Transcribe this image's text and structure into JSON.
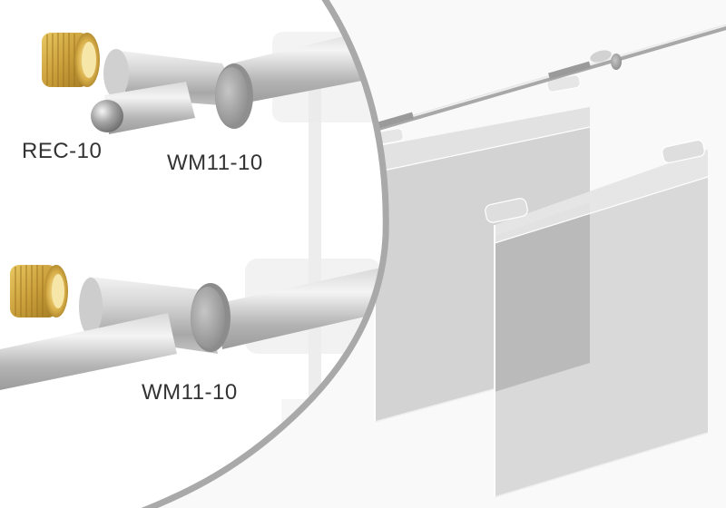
{
  "labels": {
    "top_left_part": "REC-10",
    "top_right_part": "WM11-10",
    "bottom_part": "WM11-10"
  },
  "colors": {
    "background": "#f9f9f9",
    "detail_circle_bg": "#ffffff",
    "circle_ring": "#a9a9a9",
    "brass_light": "#e9c862",
    "brass_dark": "#b58a2a",
    "steel_light": "#e4e4e4",
    "steel_mid": "#bdbdbd",
    "steel_dark": "#8e8e8e",
    "acrylic_panel": "#cfcfcf",
    "acrylic_overlap": "#b4b4b4",
    "label_text": "#333333"
  },
  "scene": {
    "subject": "wire/rod hanging system with acrylic sign holders",
    "detail_view": "close-up circle of rod end fittings",
    "panels": 2
  }
}
